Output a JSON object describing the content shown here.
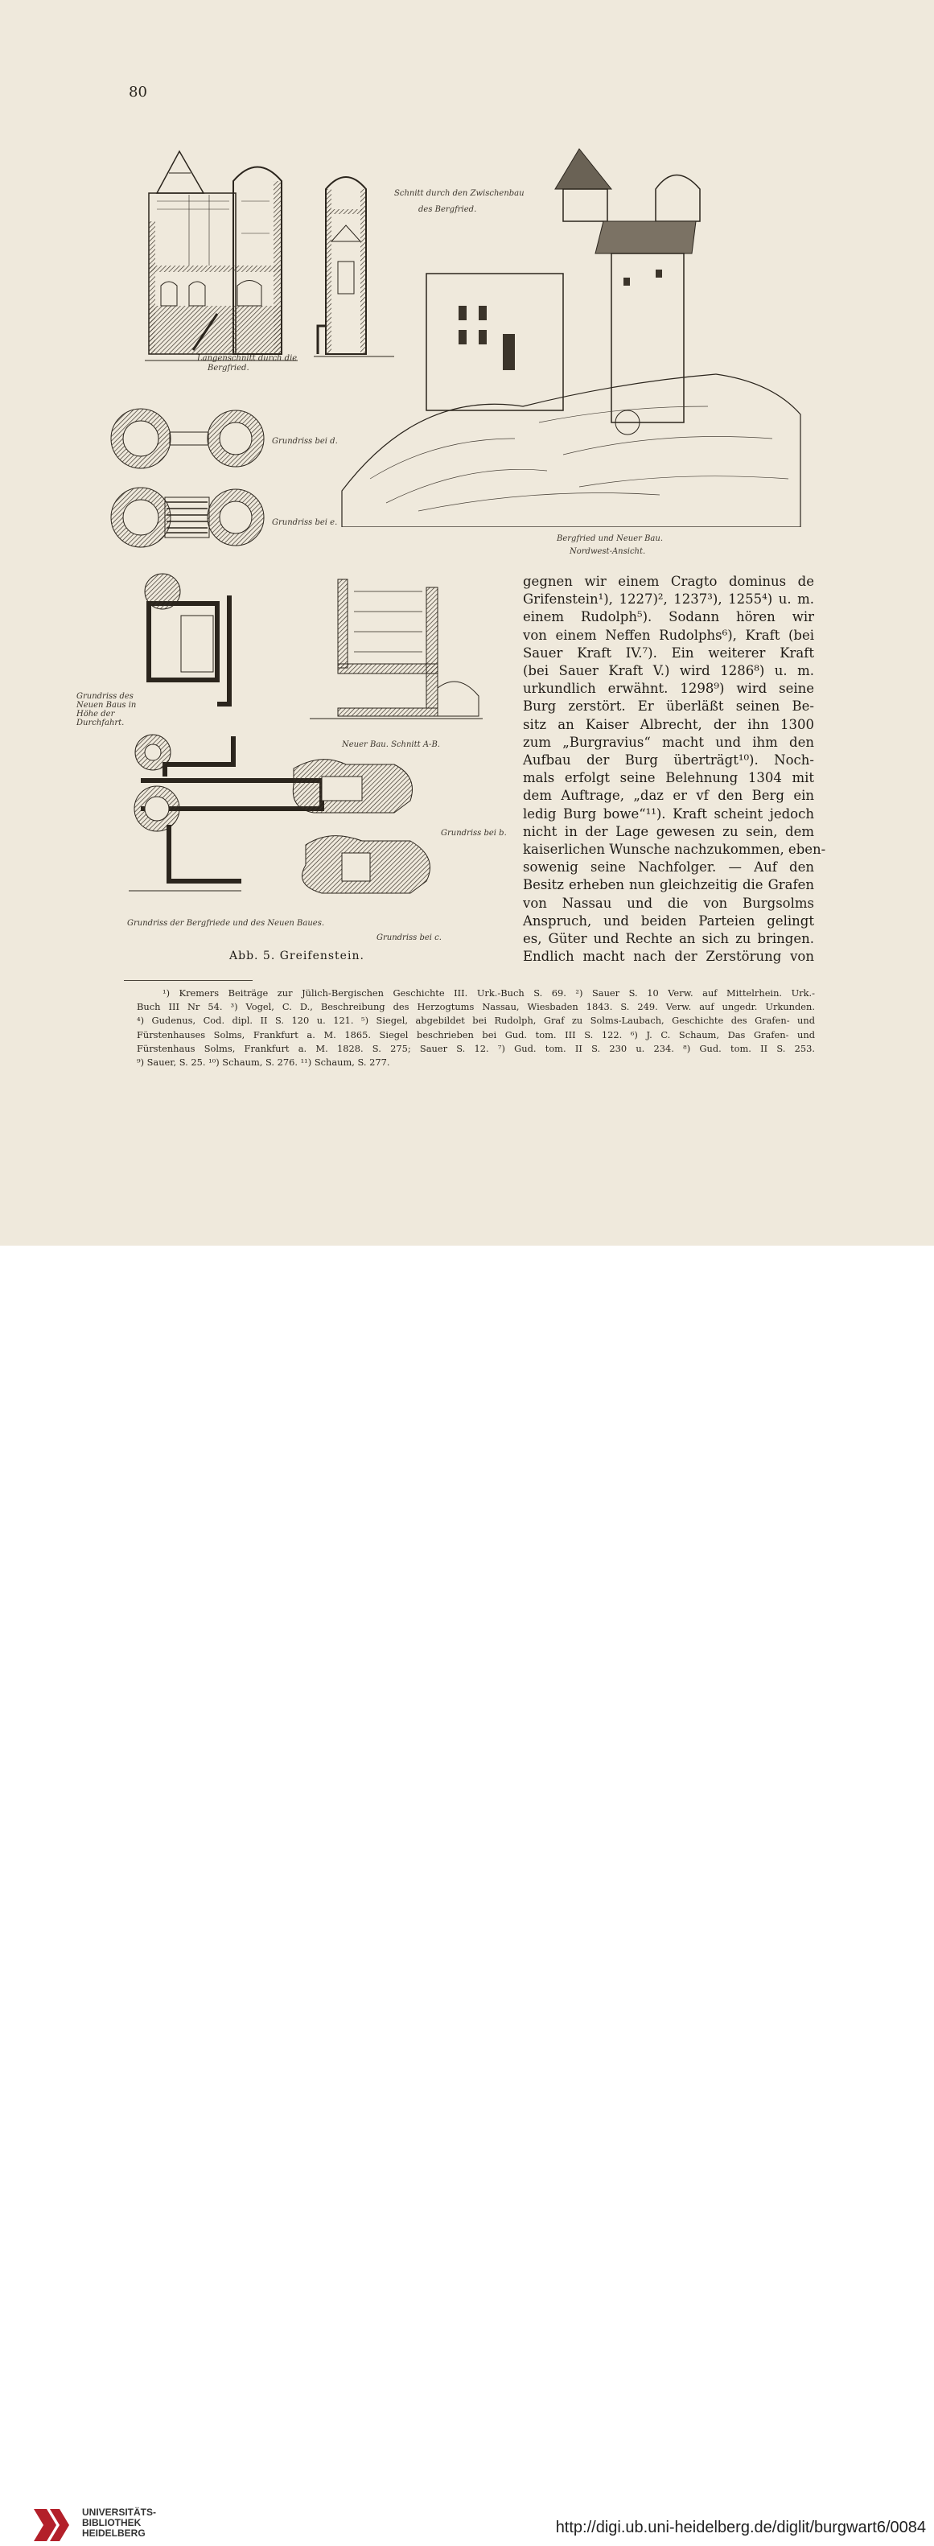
{
  "page": {
    "number": "80"
  },
  "figure_labels": {
    "langenschnitt": "Langenschnitt durch die",
    "bergfried_a": "Bergfried.",
    "schnitt_zwischenbau": "Schnitt durch den Zwischenbau",
    "der_bergfried": "des Bergfried.",
    "grundriss_d": "Grundriss bei d.",
    "grundriss_e": "Grundriss bei e.",
    "bergfried_neuer_bau": "Bergfried und Neuer Bau.",
    "nordwest_ansicht": "Nordwest-Ansicht.",
    "grundriss_neuer_bau": "Grundriss des Neuen Baus in Höhe der Durchfahrt.",
    "neuer_bau_schnitt": "Neuer Bau. Schnitt A-B.",
    "grundriss_b": "Grundriss bei b.",
    "grundriss_bergfried_neuer_bau": "Grundriss der Bergfriede und des Neuen Baues.",
    "grundriss_c": "Grundriss bei c."
  },
  "caption": "Abb. 5. Greifenstein.",
  "body_lines": [
    "gegnen wir einem Cragto dominus de",
    "Grifenstein¹), 1227)², 1237³), 1255⁴) u. m.",
    "einem Rudolph⁵). Sodann hören wir",
    "von einem Neffen Rudolphs⁶), Kraft (bei",
    "Sauer Kraft IV.⁷). Ein weiterer Kraft",
    "(bei Sauer Kraft V.) wird 1286⁸) u. m.",
    "urkundlich erwähnt. 1298⁹) wird seine",
    "Burg zerstört. Er überläßt seinen Be-",
    "sitz an Kaiser Albrecht, der ihn 1300",
    "zum „Burgravius“ macht und ihm den",
    "Aufbau der Burg überträgt¹⁰). Noch-",
    "mals erfolgt seine Belehnung 1304 mit",
    "dem Auftrage, „daz er vf den Berg ein",
    "ledig Burg bowe“¹¹). Kraft scheint jedoch",
    "nicht in der Lage gewesen zu sein, dem",
    "kaiserlichen Wunsche nachzukommen, eben-",
    "sowenig seine Nachfolger. — Auf den",
    "Besitz erheben nun gleichzeitig die Grafen",
    "von Nassau und die von Burgsolms",
    "Anspruch, und beiden Parteien gelingt",
    "es, Güter und Rechte an sich zu bringen.",
    "Endlich macht nach der Zerstörung von"
  ],
  "footnote_lines": [
    "¹) Kremers Beiträge zur Jülich-Bergischen Geschichte III. Urk.-Buch S. 69. ²) Sauer S. 10 Verw. auf Mittelrhein. Urk.-",
    "Buch III Nr 54. ³) Vogel, C. D., Beschreibung des Herzogtums Nassau, Wiesbaden 1843. S. 249. Verw. auf ungedr. Urkunden.",
    "⁴) Gudenus, Cod. dipl. II S. 120 u. 121. ⁵) Siegel, abgebildet bei Rudolph, Graf zu Solms-Laubach, Geschichte des Grafen- und",
    "Fürstenhauses Solms, Frankfurt a. M. 1865. Siegel beschrieben bei Gud. tom. III S. 122. ⁶) J. C. Schaum, Das Grafen- und",
    "Fürstenhaus Solms, Frankfurt a. M. 1828. S. 275; Sauer S. 12. ⁷) Gud. tom. II S. 230 u. 234. ⁸) Gud. tom. II S. 253.",
    "⁹) Sauer, S. 25. ¹⁰) Schaum, S. 276. ¹¹) Schaum, S. 277."
  ],
  "footer": {
    "library_line1": "UNIVERSITÄTS-",
    "library_line2": "BIBLIOTHEK",
    "library_line3": "HEIDELBERG",
    "url": "http://digi.ub.uni-heidelberg.de/diglit/burgwart6/0084"
  },
  "colors": {
    "paper": "#efe9dc",
    "ink": "#1f1b16",
    "logo_red": "#b3202a"
  }
}
